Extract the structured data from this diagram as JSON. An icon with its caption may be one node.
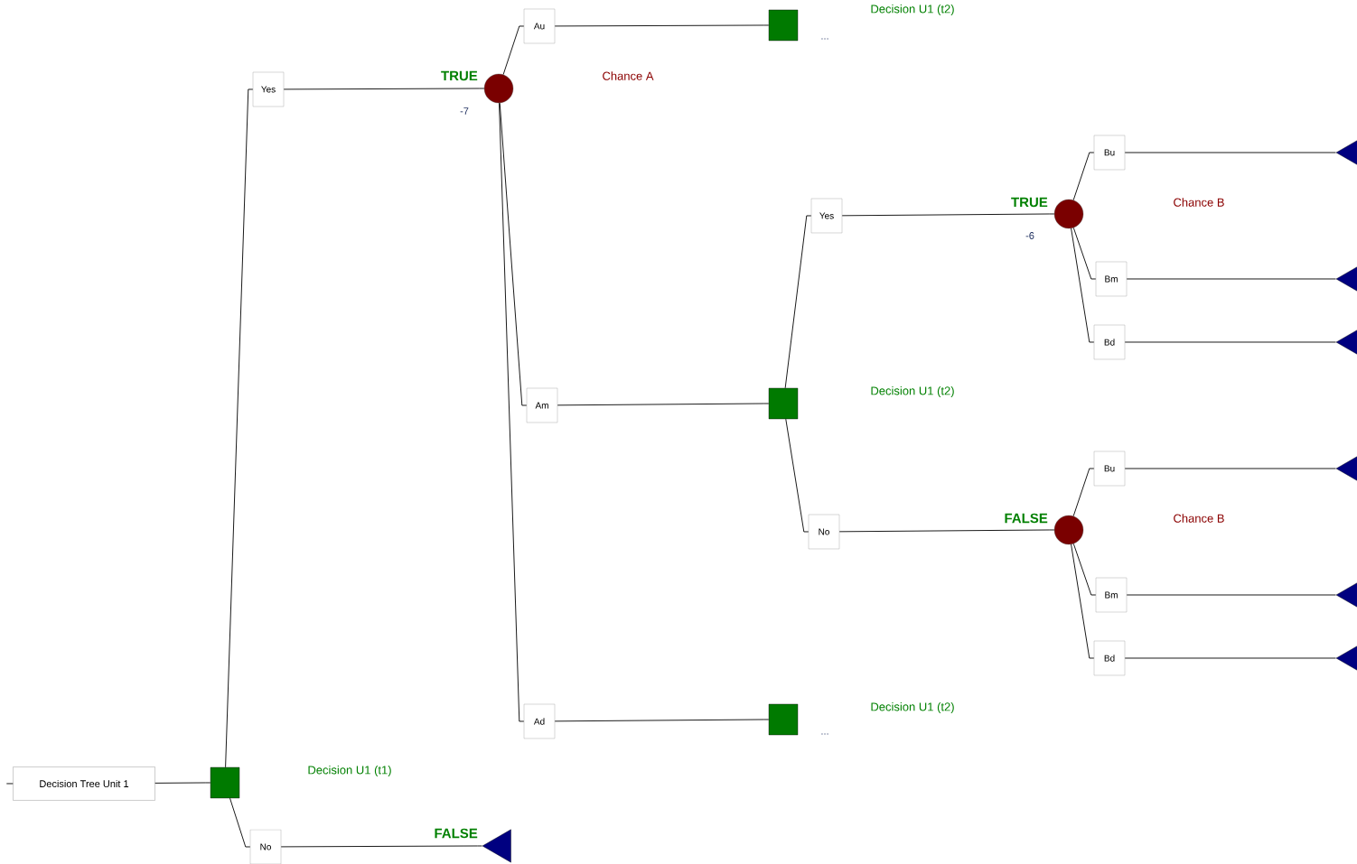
{
  "diagram": {
    "nodes": [
      {
        "text": [
          "Decision Tree Unit 1"
        ]
      },
      {
        "text": [],
        "shape": "box"
      },
      {
        "text": [
          "Yes"
        ]
      },
      {
        "text": [
          "No"
        ]
      },
      {
        "text": [],
        "shape": "circle",
        "beside": [
          "TRUE",
          "-7"
        ]
      },
      {
        "text": [],
        "shape": "triangle",
        "beside": [
          "FALSE"
        ]
      },
      {
        "text": [
          "Au"
        ]
      },
      {
        "text": [
          "Am"
        ]
      },
      {
        "text": [
          "Ad"
        ]
      },
      {
        "text": [],
        "shape": "box",
        "beside": [
          "..."
        ]
      },
      {
        "text": [],
        "shape": "box"
      },
      {
        "text": [],
        "shape": "box",
        "beside": [
          "..."
        ]
      },
      {
        "text": [
          "Yes"
        ]
      },
      {
        "text": [
          "No"
        ]
      },
      {
        "text": [],
        "shape": "circle",
        "beside": [
          "TRUE",
          "-6"
        ]
      },
      {
        "text": [],
        "shape": "circle",
        "beside": [
          "FALSE"
        ]
      },
      {
        "text": [
          "Bu"
        ]
      },
      {
        "text": [
          "Bm"
        ]
      },
      {
        "text": [
          "Bd"
        ]
      },
      {
        "text": [
          "Bu"
        ]
      },
      {
        "text": [
          "Bm"
        ]
      },
      {
        "text": [
          "Bd"
        ]
      },
      {
        "text": [],
        "shape": "triangle"
      },
      {
        "text": [],
        "shape": "triangle"
      },
      {
        "text": [],
        "shape": "triangle"
      },
      {
        "text": [],
        "shape": "triangle"
      },
      {
        "text": [],
        "shape": "triangle"
      },
      {
        "text": [],
        "shape": "triangle"
      }
    ],
    "edges": [
      {
        "from": null,
        "to": 0,
        "arrow": "none"
      },
      {
        "from": 0,
        "to": 1,
        "arrow": "none"
      },
      {
        "from": 1,
        "to": 2,
        "arrow": "none"
      },
      {
        "from": 1,
        "to": 3,
        "arrow": "none"
      },
      {
        "from": 2,
        "to": 4,
        "arrow": "none"
      },
      {
        "from": 3,
        "to": 5,
        "arrow": "none"
      },
      {
        "from": 4,
        "to": 6,
        "arrow": "none"
      },
      {
        "from": 4,
        "to": 7,
        "arrow": "none"
      },
      {
        "from": 4,
        "to": 8,
        "arrow": "none"
      },
      {
        "from": 6,
        "to": 9,
        "arrow": "none"
      },
      {
        "from": 7,
        "to": 10,
        "arrow": "none"
      },
      {
        "from": 8,
        "to": 11,
        "arrow": "none"
      },
      {
        "from": 10,
        "to": 12,
        "arrow": "none"
      },
      {
        "from": 10,
        "to": 13,
        "arrow": "none"
      },
      {
        "from": 12,
        "to": 14,
        "arrow": "none"
      },
      {
        "from": 13,
        "to": 15,
        "arrow": "none"
      },
      {
        "from": 14,
        "to": 16,
        "arrow": "none"
      },
      {
        "from": 14,
        "to": 17,
        "arrow": "none"
      },
      {
        "from": 14,
        "to": 18,
        "arrow": "none"
      },
      {
        "from": 15,
        "to": 19,
        "arrow": "none"
      },
      {
        "from": 15,
        "to": 20,
        "arrow": "none"
      },
      {
        "from": 15,
        "to": 21,
        "arrow": "none"
      },
      {
        "from": 16,
        "to": 22,
        "arrow": "none"
      },
      {
        "from": 17,
        "to": 23,
        "arrow": "none"
      },
      {
        "from": 18,
        "to": 24,
        "arrow": "none"
      },
      {
        "from": 19,
        "to": 25,
        "arrow": "none"
      },
      {
        "from": 20,
        "to": 26,
        "arrow": "none"
      },
      {
        "from": 21,
        "to": 27,
        "arrow": "none"
      }
    ],
    "labels": [
      "Decision U1 (t2)",
      "Chance A",
      "Chance B",
      "Decision U1 (t2)",
      "Chance B",
      "Decision U1 (t2)",
      "Decision U1 (t1)"
    ]
  }
}
